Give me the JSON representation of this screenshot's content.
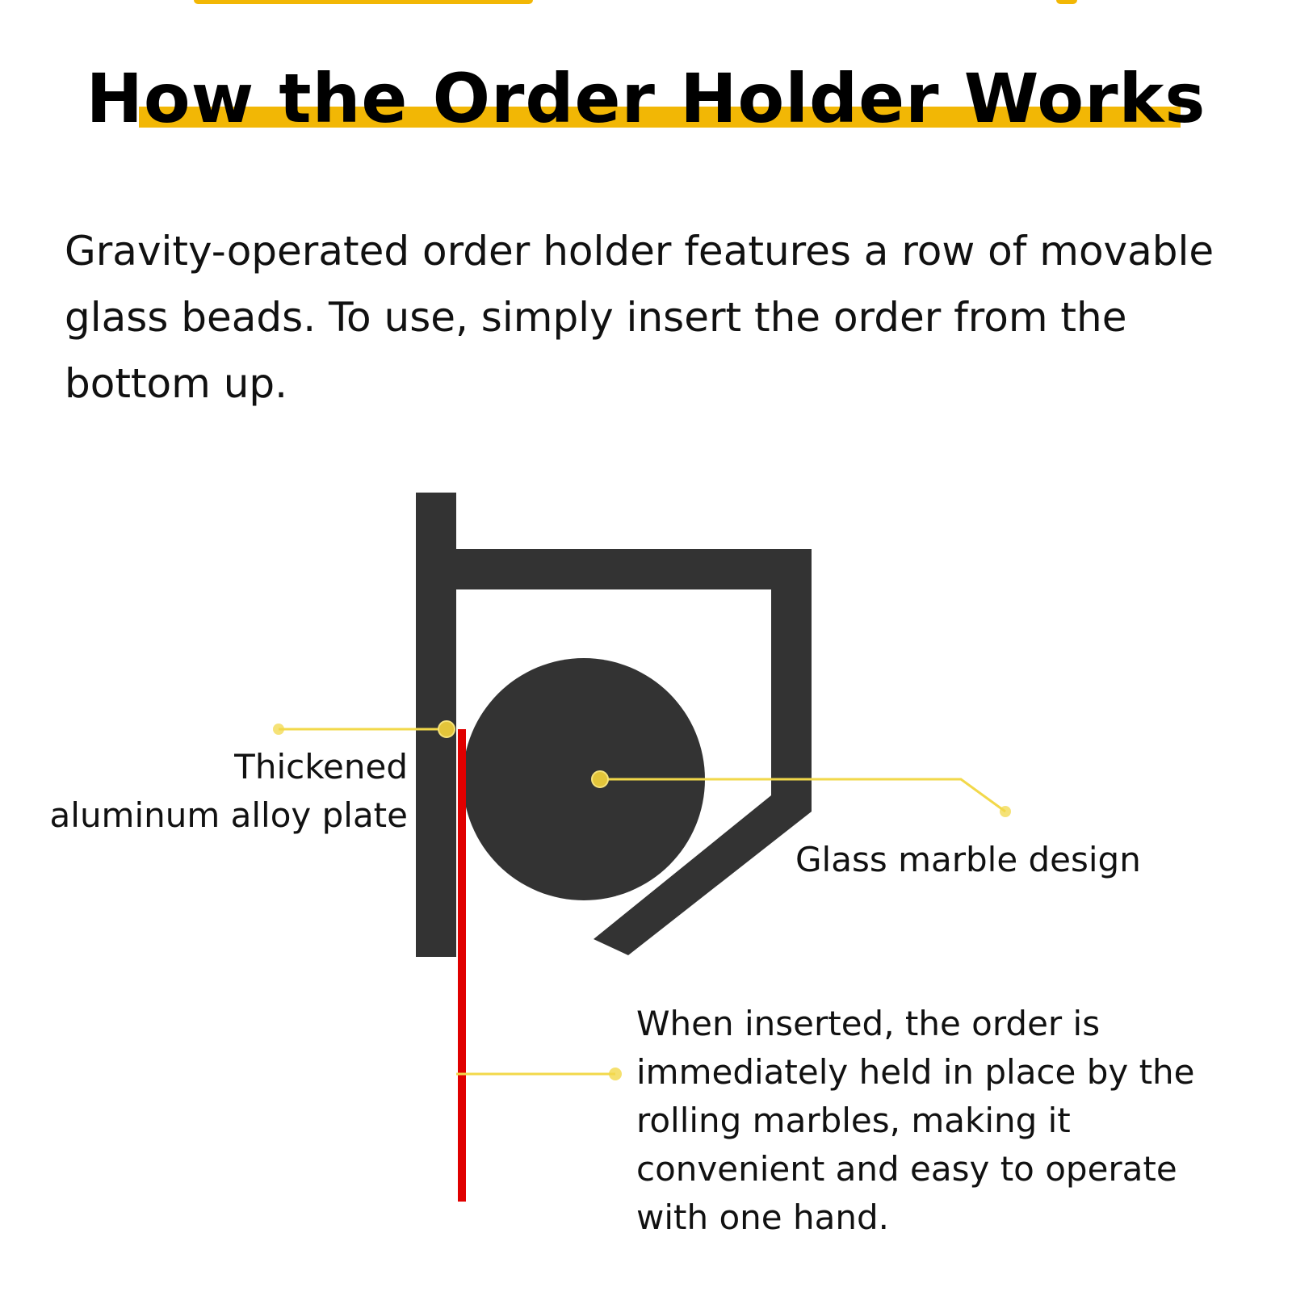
{
  "title": "How the Order Holder Works",
  "intro": "Gravity-operated order holder features a row of movable glass beads. To use, simply insert the order from the bottom up.",
  "labels": {
    "plate": [
      "Thickened",
      "aluminum alloy plate"
    ],
    "marble": "Glass marble design",
    "order": "When inserted, the order is immediately held in place by the rolling marbles, making it convenient and easy to operate with one hand."
  },
  "colors": {
    "frame": "#333333",
    "marble": "#333333",
    "order_paper": "#e00000",
    "callout": "#f2d84a",
    "accent": "#f2b705"
  }
}
